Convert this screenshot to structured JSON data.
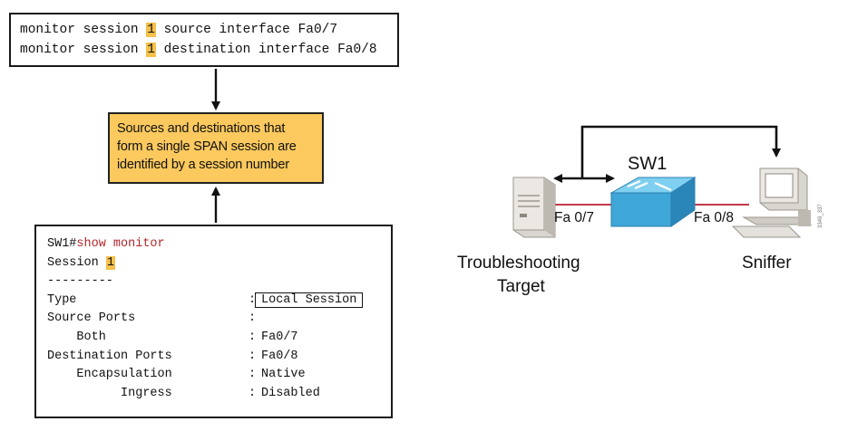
{
  "commands": {
    "line1": {
      "prefix": "monitor session ",
      "num": "1",
      "suffix": " source interface Fa0/7"
    },
    "line2": {
      "prefix": "monitor session ",
      "num": "1",
      "suffix": " destination interface Fa0/8"
    }
  },
  "note": {
    "lines": [
      "Sources and destinations that",
      "form a single SPAN session are",
      "identified by a session number"
    ]
  },
  "show_output": {
    "prompt": "SW1#",
    "command": "show monitor",
    "session_label": "Session ",
    "session_num": "1",
    "separator": "---------",
    "rows": [
      {
        "key": "Type",
        "sep": ":",
        "value": "Local Session"
      },
      {
        "key": "Source Ports",
        "sep": ":",
        "value": ""
      },
      {
        "key": "    Both",
        "sep": ":",
        "value": "Fa0/7"
      },
      {
        "key": "Destination Ports",
        "sep": ":",
        "value": "Fa0/8"
      },
      {
        "key": "    Encapsulation",
        "sep": ":",
        "value": "Native"
      },
      {
        "key": "          Ingress",
        "sep": ":",
        "value": "Disabled"
      }
    ]
  },
  "topology": {
    "switch_label": "SW1",
    "port_left": "Fa 0/7",
    "port_right": "Fa 0/8",
    "left_device_line1": "Troubleshooting",
    "left_device_line2": "Target",
    "right_device": "Sniffer",
    "figure_code": "3349_337"
  },
  "colors": {
    "highlight": "#f6c04a",
    "note_fill": "#fbc95e",
    "prompt_red": "#b3262b",
    "link_red": "#c0394a",
    "switch_blue": "#3fa6d8"
  }
}
